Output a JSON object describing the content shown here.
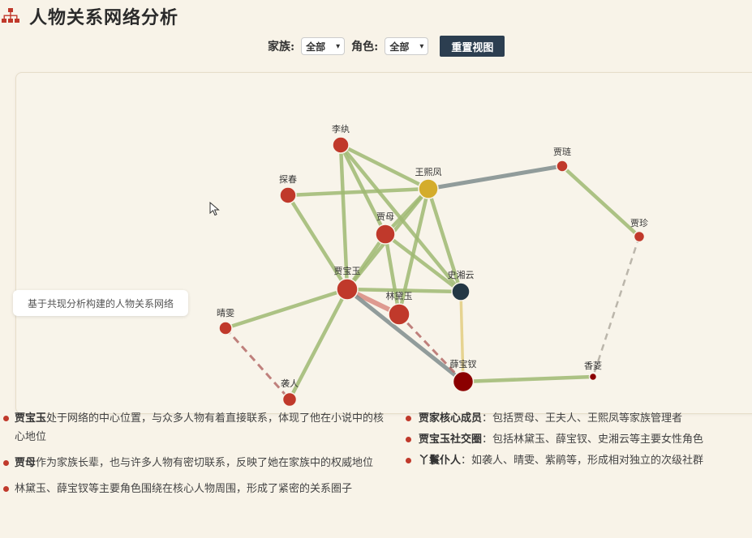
{
  "header": {
    "title": "人物关系网络分析",
    "logo_icon": "sitemap-icon"
  },
  "controls": {
    "family_label": "家族:",
    "family_value": "全部",
    "role_label": "角色:",
    "role_value": "全部",
    "reset_label": "重置视图"
  },
  "graph": {
    "caption": "基于共现分析构建的人物关系网络",
    "nodes": [
      {
        "id": "lw",
        "label": "李纨",
        "color": "#c0392b"
      },
      {
        "id": "wxf",
        "label": "王熙凤",
        "color": "#d4ac2b"
      },
      {
        "id": "jl",
        "label": "贾琏",
        "color": "#c0392b"
      },
      {
        "id": "tc",
        "label": "探春",
        "color": "#c0392b"
      },
      {
        "id": "jm",
        "label": "贾母",
        "color": "#c0392b"
      },
      {
        "id": "jz",
        "label": "贾珍",
        "color": "#c0392b"
      },
      {
        "id": "jby",
        "label": "贾宝玉",
        "color": "#c0392b"
      },
      {
        "id": "sxy",
        "label": "史湘云",
        "color": "#233744"
      },
      {
        "id": "ldy",
        "label": "林黛玉",
        "color": "#c0392b"
      },
      {
        "id": "qw",
        "label": "晴雯",
        "color": "#c0392b"
      },
      {
        "id": "xbc",
        "label": "薛宝钗",
        "color": "#8b0000"
      },
      {
        "id": "xl",
        "label": "香菱",
        "color": "#8b0000"
      },
      {
        "id": "xr",
        "label": "袭人",
        "color": "#c0392b"
      }
    ],
    "links": [
      {
        "s": "lw",
        "t": "wxf",
        "type": "family"
      },
      {
        "s": "lw",
        "t": "jm",
        "type": "family"
      },
      {
        "s": "lw",
        "t": "jby",
        "type": "family"
      },
      {
        "s": "lw",
        "t": "sxy",
        "type": "family"
      },
      {
        "s": "tc",
        "t": "wxf",
        "type": "family"
      },
      {
        "s": "tc",
        "t": "jby",
        "type": "family"
      },
      {
        "s": "wxf",
        "t": "jl",
        "type": "marriage"
      },
      {
        "s": "wxf",
        "t": "jm",
        "type": "family"
      },
      {
        "s": "wxf",
        "t": "jby",
        "type": "family"
      },
      {
        "s": "wxf",
        "t": "ldy",
        "type": "family"
      },
      {
        "s": "wxf",
        "t": "sxy",
        "type": "family"
      },
      {
        "s": "jm",
        "t": "jby",
        "type": "family"
      },
      {
        "s": "jm",
        "t": "ldy",
        "type": "family"
      },
      {
        "s": "jm",
        "t": "sxy",
        "type": "family"
      },
      {
        "s": "jby",
        "t": "ldy",
        "type": "love"
      },
      {
        "s": "jby",
        "t": "sxy",
        "type": "family"
      },
      {
        "s": "jby",
        "t": "xbc",
        "type": "marriage"
      },
      {
        "s": "jby",
        "t": "qw",
        "type": "family"
      },
      {
        "s": "jby",
        "t": "xr",
        "type": "family"
      },
      {
        "s": "ldy",
        "t": "xbc",
        "type": "rival"
      },
      {
        "s": "sxy",
        "t": "xbc",
        "type": "friend"
      },
      {
        "s": "jl",
        "t": "jz",
        "type": "family"
      },
      {
        "s": "xbc",
        "t": "xl",
        "type": "family"
      },
      {
        "s": "jz",
        "t": "xl",
        "type": "servant"
      },
      {
        "s": "qw",
        "t": "xr",
        "type": "rival"
      }
    ],
    "link_colors": {
      "family": "#9fb872",
      "marriage": "#7f8c8d",
      "love": "#d98a80",
      "rival": "#b56b68",
      "friend": "#e3cf86",
      "servant": "#b0aaa0"
    }
  },
  "notes": {
    "left": [
      {
        "bold": "贾宝玉",
        "text": "处于网络的中心位置，与众多人物有着直接联系，体现了他在小说中的核心地位"
      },
      {
        "bold": "贾母",
        "text": "作为家族长辈，也与许多人物有密切联系，反映了她在家族中的权威地位"
      },
      {
        "bold": "",
        "text": "林黛玉、薛宝钗等主要角色围绕在核心人物周围，形成了紧密的关系圈子"
      }
    ],
    "right": [
      {
        "bold": "贾家核心成员",
        "text": "：包括贾母、王夫人、王熙凤等家族管理者"
      },
      {
        "bold": "贾宝玉社交圈",
        "text": "：包括林黛玉、薛宝钗、史湘云等主要女性角色"
      },
      {
        "bold": "丫鬟仆人",
        "text": "：如袭人、晴雯、紫鹃等，形成相对独立的次级社群"
      }
    ]
  }
}
